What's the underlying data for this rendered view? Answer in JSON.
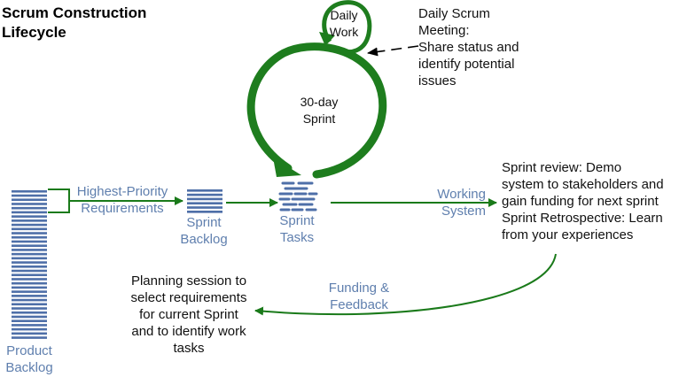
{
  "title": [
    "Scrum Construction",
    "Lifecycle"
  ],
  "colors": {
    "arrow_green": "#1a7a1a",
    "loop_green": "#1e7d1e",
    "item_blue": "#4e6fa8",
    "label_blue": "#5f7fae",
    "text": "#111111"
  },
  "nodes": {
    "product_backlog": {
      "label": [
        "Product",
        "Backlog"
      ],
      "item_count": 36
    },
    "sprint_backlog": {
      "label": [
        "Sprint",
        "Backlog"
      ],
      "item_count": 6
    },
    "sprint_tasks": {
      "label": [
        "Sprint",
        "Tasks"
      ]
    },
    "daily_work": {
      "label": [
        "Daily",
        "Work"
      ]
    },
    "sprint_loop": {
      "label": [
        "30-day",
        "Sprint"
      ]
    }
  },
  "edges": {
    "requirements": [
      "Highest-Priority",
      "Requirements"
    ],
    "working_system": [
      "Working",
      "System"
    ],
    "funding_feedback": [
      "Funding &",
      "Feedback"
    ]
  },
  "annotations": {
    "daily_scrum": [
      "Daily Scrum",
      "Meeting:",
      "Share status and",
      "identify potential",
      "issues"
    ],
    "review": [
      "Sprint review: Demo",
      "system to stakeholders and",
      "gain funding for next sprint",
      "Sprint Retrospective: Learn",
      "from your experiences"
    ],
    "planning": [
      "Planning session to",
      "select requirements",
      "for current Sprint",
      "and to identify work",
      "tasks"
    ]
  }
}
